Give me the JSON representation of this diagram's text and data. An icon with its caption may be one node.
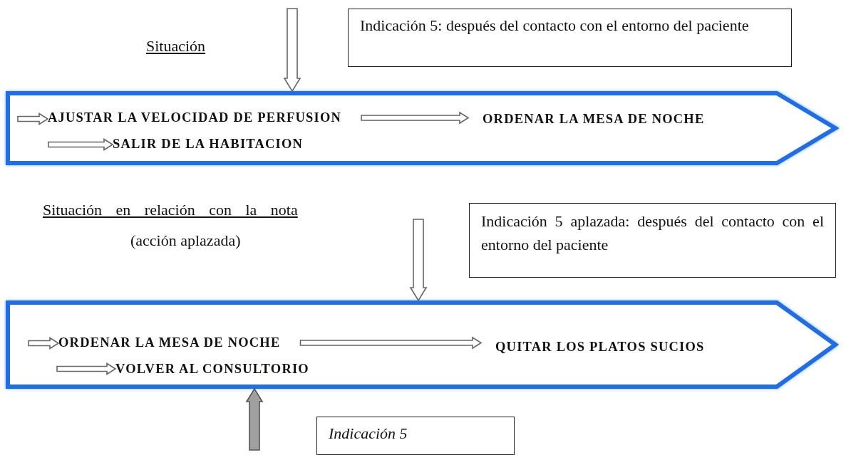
{
  "diagram": {
    "nodes": [
      {
        "text": [
          "Indicación 5: después del contacto con el entorno del paciente"
        ]
      },
      {
        "text": [],
        "shape": "arrow"
      },
      {
        "text": [
          "AJUSTAR LA VELOCIDAD DE PERFUSION"
        ],
        "in": 1
      },
      {
        "text": [
          "ORDENAR LA MESA DE NOCHE"
        ],
        "in": 1
      },
      {
        "text": [
          "SALIR DE LA HABITACION"
        ],
        "in": 1
      },
      {
        "text": [
          "Indicación 5 aplazada: después del contacto con el entorno del paciente"
        ]
      },
      {
        "text": [],
        "shape": "arrow"
      },
      {
        "text": [
          "ORDENAR LA MESA DE NOCHE"
        ],
        "in": 6
      },
      {
        "text": [
          "QUITAR LOS PLATOS SUCIOS"
        ],
        "in": 6
      },
      {
        "text": [
          "VOLVER AL CONSULTORIO"
        ],
        "in": 6
      },
      {
        "text": [
          "Indicación 5"
        ]
      }
    ],
    "edges": [
      {
        "from": null,
        "to": 1,
        "arrow": "to"
      },
      {
        "from": null,
        "to": 2,
        "arrow": "to"
      },
      {
        "from": 2,
        "to": 3,
        "arrow": "to"
      },
      {
        "from": null,
        "to": 4,
        "arrow": "to"
      },
      {
        "from": null,
        "to": 6,
        "arrow": "to"
      },
      {
        "from": null,
        "to": 7,
        "arrow": "to"
      },
      {
        "from": 7,
        "to": 8,
        "arrow": "to"
      },
      {
        "from": null,
        "to": 9,
        "arrow": "to"
      },
      {
        "from": null,
        "to": 6,
        "arrow": "to",
        "color": "#a0a0a0"
      }
    ],
    "labels": [
      "Situación",
      "Situación en relación con la nota",
      "(acción aplazada)"
    ]
  }
}
